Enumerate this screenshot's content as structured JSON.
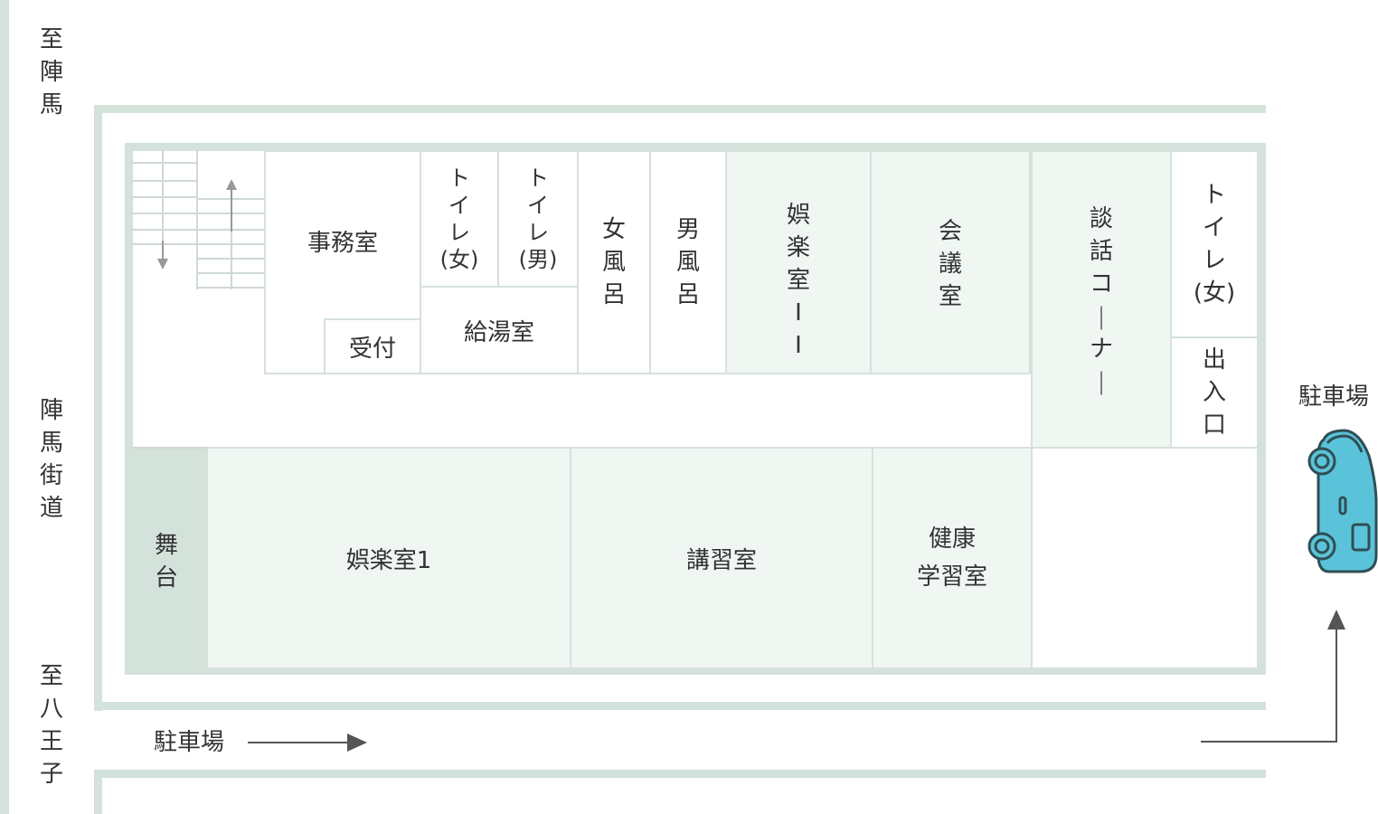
{
  "directions": {
    "to_jinba": "至陣馬",
    "jinba_kaido": "陣馬街道",
    "to_hachioji": "至八王子"
  },
  "parking": {
    "bottom_label": "駐車場",
    "right_label": "駐車場"
  },
  "rooms": {
    "jimushitsu": "事務室",
    "uketsuke": "受付",
    "toilet_women_1": "トイレ(女)",
    "toilet_men": "トイレ(男)",
    "kyutoshitsu": "給湯室",
    "onna_buro": "女風呂",
    "otoko_buro": "男風呂",
    "gorakushitsu_2": "娯楽室II",
    "kaigishitsu": "会議室",
    "danwa_corner": "談話コーナー",
    "toilet_women_2": "トイレ(女)",
    "deiriguchi": "出入口",
    "butai": "舞台",
    "gorakushitsu_1": "娯楽室1",
    "koshushitsu": "講習室",
    "kenko_line1": "健康",
    "kenko_line2": "学習室"
  },
  "colors": {
    "wall": "#d3e2da",
    "room_tint": "#f0f7f3",
    "stage": "#d3e2da",
    "car_body": "#5bc3d9",
    "car_outline": "#2f4f55",
    "arrow": "#555555"
  },
  "icons": {
    "car": "car-icon",
    "arrow_right": "arrow-right-icon",
    "arrow_up": "arrow-up-icon",
    "stairs": "stairs-icon"
  }
}
